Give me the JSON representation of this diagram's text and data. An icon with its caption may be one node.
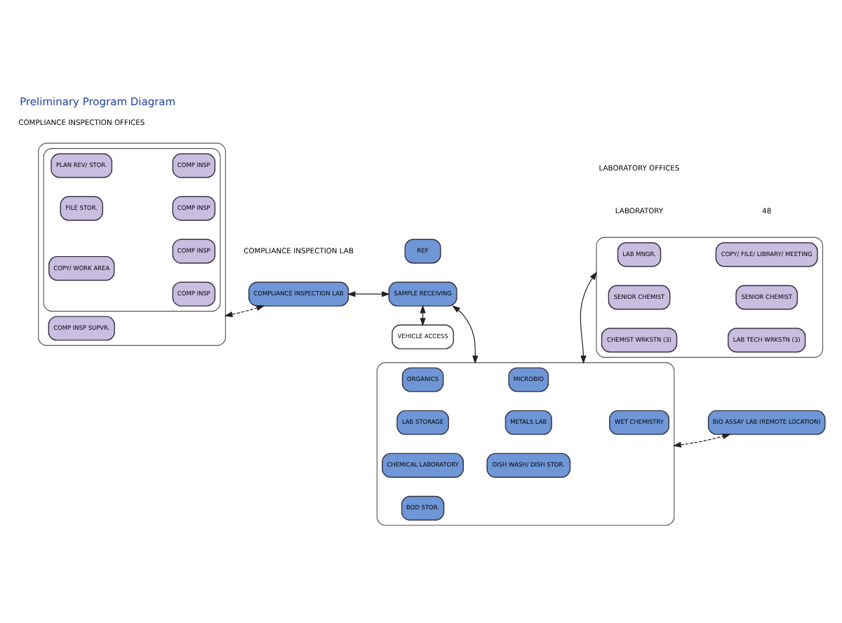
{
  "diagram": {
    "title": "Preliminary Program Diagram",
    "nodes": [
      {
        "text": [],
        "shape": "box"
      },
      {
        "text": [
          "COMP INSP SUPVR."
        ],
        "in": 0
      },
      {
        "text": [],
        "shape": "box",
        "in": 0
      },
      {
        "text": [
          "COPY/ WORK AREA"
        ],
        "in": 2
      },
      {
        "text": [
          "PLAN REV/ STOR."
        ],
        "in": 2
      },
      {
        "text": [
          "FILE STOR."
        ],
        "in": 2
      },
      {
        "text": [
          "COMP INSP"
        ],
        "in": 2
      },
      {
        "text": [
          "COMP INSP"
        ],
        "in": 2
      },
      {
        "text": [
          "COMP INSP"
        ],
        "in": 2
      },
      {
        "text": [
          "COMP INSP"
        ],
        "in": 2
      },
      {
        "text": [
          "COMPLIANCE INSPECTION LAB"
        ]
      },
      {
        "text": [
          "REF"
        ]
      },
      {
        "text": [
          "SAMPLE RECEIVING"
        ]
      },
      {
        "text": [
          "VEHICLE ACCESS"
        ]
      },
      {
        "text": [],
        "shape": "box"
      },
      {
        "text": [
          "METALS LAB"
        ],
        "in": 14
      },
      {
        "text": [
          "WET CHEMISTRY"
        ],
        "in": 14
      },
      {
        "text": [
          "ORGANICS"
        ],
        "in": 14
      },
      {
        "text": [
          "MICROBIO"
        ],
        "in": 14
      },
      {
        "text": [
          "LAB STORAGE"
        ],
        "in": 14
      },
      {
        "text": [
          "BOD STOR."
        ],
        "in": 14
      },
      {
        "text": [
          "DISH WASH/ DISH STOR."
        ],
        "in": 14
      },
      {
        "text": [
          "CHEMICAL LABORATORY"
        ],
        "in": 14
      },
      {
        "text": [
          "BIO ASSAY LAB (REMOTE LOCATION)"
        ]
      },
      {
        "text": [],
        "shape": "box"
      },
      {
        "text": [
          "LAB MNGR."
        ],
        "in": 24
      },
      {
        "text": [
          "COPY/ FILE/ LIBRARY/ MEETING"
        ],
        "in": 24
      },
      {
        "text": [
          "SENIOR CHEMIST"
        ],
        "in": 24
      },
      {
        "text": [
          "SENIOR CHEMIST"
        ],
        "in": 24
      },
      {
        "text": [
          "CHEMIST WRKSTN (3)"
        ],
        "in": 24
      },
      {
        "text": [
          "LAB TECH WRKSTN (3)"
        ],
        "in": 24
      }
    ],
    "edges": [
      {
        "from": 0,
        "to": 10,
        "arrow": "both",
        "style": "dashed"
      },
      {
        "from": 10,
        "to": 12,
        "arrow": "both"
      },
      {
        "from": 12,
        "to": 14,
        "arrow": "both"
      },
      {
        "from": 12,
        "to": 13,
        "arrow": "both"
      },
      {
        "from": 14,
        "to": 23,
        "arrow": "both",
        "style": "dashed"
      },
      {
        "from": 14,
        "to": 24,
        "arrow": "both"
      }
    ],
    "labels": [
      "COMPLIANCE INSPECTION OFFICES",
      "COMPLIANCE INSPECTION LAB",
      "LABORATORY",
      "LABORATORY OFFICES",
      "48"
    ]
  }
}
